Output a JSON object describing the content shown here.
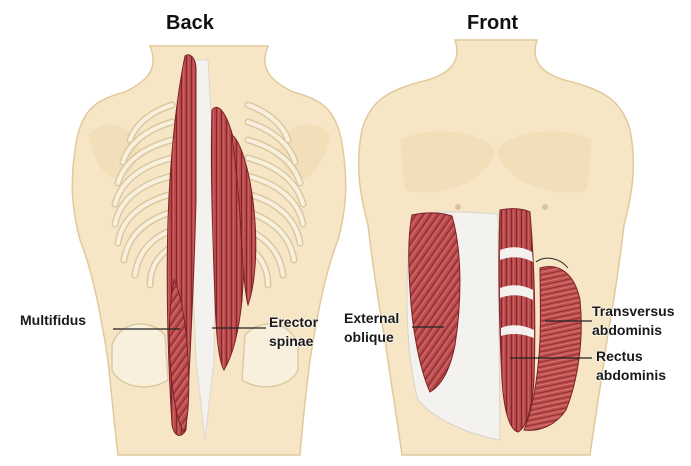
{
  "titles": {
    "back": "Back",
    "front": "Front"
  },
  "labels": {
    "multifidus": "Multifidus",
    "erector_spinae": "Erector\nspinae",
    "external_oblique": "External\noblique",
    "transversus_abdominis": "Transversus\nabdominis",
    "rectus_abdominis": "Rectus\nabdominis"
  },
  "colors": {
    "skin": "#f6e6c6",
    "skin_outline": "#e2c99a",
    "muscle": "#b8474a",
    "muscle_dark": "#8a2a2e",
    "fascia": "#f4f2ee",
    "bone": "#f8f0dc"
  }
}
